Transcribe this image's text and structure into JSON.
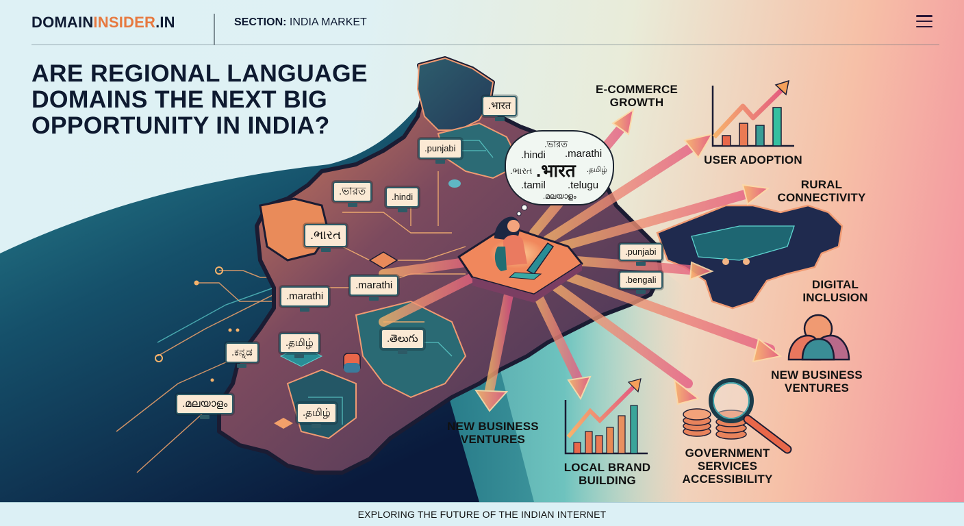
{
  "header": {
    "logo_primary": "DOMAIN",
    "logo_accent": "INSIDER",
    "logo_suffix": ".IN",
    "section_label": "SECTION:",
    "section_value": "INDIA MARKET",
    "menu_icon": "hamburger-menu-icon"
  },
  "headline": {
    "line1": "ARE REGIONAL LANGUAGE",
    "line2": "DOMAINS THE NEXT BIG",
    "line3": "OPPORTUNITY IN INDIA?"
  },
  "map_tags": [
    {
      "text": ".भारत"
    },
    {
      "text": ".punjabi"
    },
    {
      "text": ".ভারত"
    },
    {
      "text": ".hindi"
    },
    {
      "text": ".ભારત"
    },
    {
      "text": ".marathi"
    },
    {
      "text": ".marathi"
    },
    {
      "text": ".ಕನ್ನಡ"
    },
    {
      "text": ".தமிழ்"
    },
    {
      "text": ".తెలుగు"
    },
    {
      "text": ".മലയാളം"
    },
    {
      "text": ".தமிழ்"
    },
    {
      "text": ".punjabi"
    },
    {
      "text": ".bengali"
    }
  ],
  "speech_cloud": {
    "items": [
      ".ভারত",
      ".hindi",
      ".marathi",
      ".ભારત",
      ".भारत",
      ".தமிழ்",
      ".tamil",
      ".telugu",
      ".മലയാളം"
    ]
  },
  "benefits": {
    "ecommerce_line1": "E-COMMERCE",
    "ecommerce_line2": "GROWTH",
    "user_adoption": "USER ADOPTION",
    "rural_line1": "RURAL",
    "rural_line2": "CONNECTIVITY",
    "digital_line1": "DIGITAL",
    "digital_line2": "INCLUSION",
    "ventures_right_line1": "NEW BUSINESS",
    "ventures_right_line2": "VENTURES",
    "ventures_bottom_line1": "NEW BUSINESS",
    "ventures_bottom_line2": "VENTURES",
    "brand_line1": "LOCAL BRAND",
    "brand_line2": "BUILDING",
    "gov_line1": "GOVERNMENT",
    "gov_line2": "SERVICES",
    "gov_line3": "ACCESSIBILITY"
  },
  "icons": {
    "user_adoption": "bar-chart-growth-icon",
    "local_brand": "bar-chart-trend-icon",
    "government": "coins-magnifier-icon",
    "ventures": "people-group-icon",
    "center": "woman-laptop-icon"
  },
  "colors": {
    "logo_accent": "#e7793f",
    "dark_text": "#0e1a30",
    "arrow_start": "#f5a05a",
    "arrow_end": "#e6577e",
    "map_dark": "#2a2a4a",
    "teal": "#2a9ea6"
  },
  "footer": {
    "tagline": "EXPLORING THE FUTURE OF THE INDIAN INTERNET"
  }
}
